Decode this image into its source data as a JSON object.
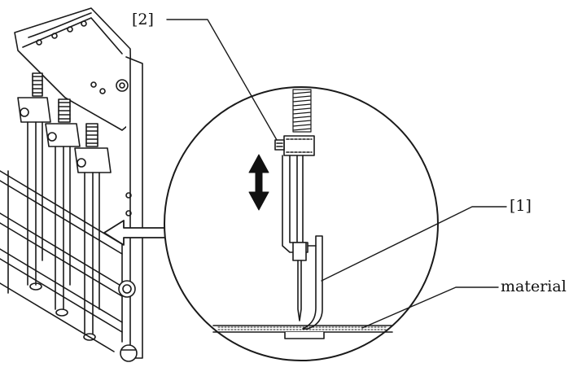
{
  "labels": {
    "callout_2": "[2]",
    "callout_1": "[1]",
    "material": "material"
  },
  "colors": {
    "line": "#1a1a1a",
    "background": "#ffffff"
  },
  "icons": {
    "motion": "double-arrow-vertical-icon",
    "pointer": "hollow-arrow-left-icon"
  }
}
